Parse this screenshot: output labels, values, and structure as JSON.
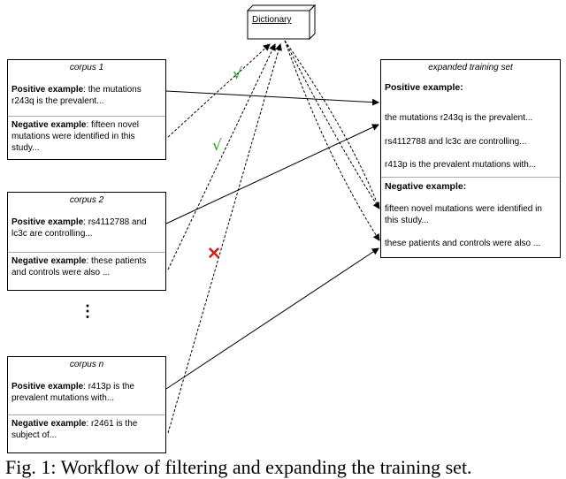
{
  "dictionary": {
    "label": "Dictionary"
  },
  "corpora": [
    {
      "title": "corpus 1",
      "positive_label": "Positive example",
      "positive_text": ": the mutations r243q is the prevalent...",
      "negative_label": "Negative example",
      "negative_text": ": fifteen novel mutations were identified in this study..."
    },
    {
      "title": "corpus 2",
      "positive_label": "Positive example",
      "positive_text": ": rs4112788 and lc3c are controlling...",
      "negative_label": "Negative example",
      "negative_text": ": these patients and controls were also ..."
    },
    {
      "title": "corpus n",
      "positive_label": "Positive example",
      "positive_text": ": r413p is the prevalent mutations with...",
      "negative_label": "Negative example",
      "negative_text": ": r2461 is the subject of..."
    }
  ],
  "ellipsis": "⋮",
  "training_set": {
    "title": "expanded training set",
    "positive_header": "Positive example:",
    "positive_items": [
      "the mutations r243q is the prevalent...",
      "rs4112788 and lc3c are controlling...",
      "r413p is the prevalent mutations with..."
    ],
    "negative_header": "Negative example:",
    "negative_items": [
      "fifteen novel mutations were identified in this study...",
      "these patients and controls were also ..."
    ]
  },
  "marks": {
    "check_1": "√",
    "check_2": "√",
    "cross": "✕"
  },
  "caption": "Fig. 1: Workflow of filtering and expanding the training set.",
  "colors": {
    "check": "#22aa22",
    "cross": "#cc2222"
  }
}
